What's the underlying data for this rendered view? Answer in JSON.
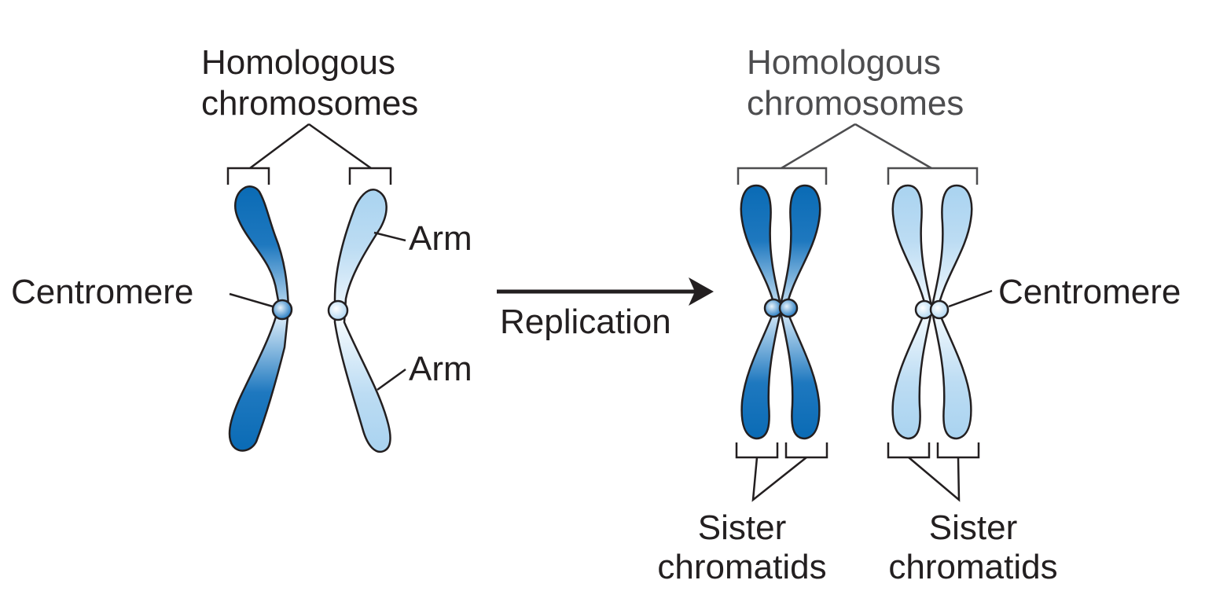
{
  "labels": {
    "homologous_left_line1": "Homologous",
    "homologous_left_line2": "chromosomes",
    "homologous_right_line1": "Homologous",
    "homologous_right_line2": "chromosomes",
    "centromere_left": "Centromere",
    "centromere_right": "Centromere",
    "arm_top": "Arm",
    "arm_bottom": "Arm",
    "replication": "Replication",
    "sister_left_line1": "Sister",
    "sister_left_line2": "chromatids",
    "sister_right_line1": "Sister",
    "sister_right_line2": "chromatids"
  },
  "colors": {
    "dark_blue": "#0a6bb5",
    "mid_blue": "#5b9bd5",
    "light_blue": "#b9dcf3",
    "pale_blue": "#e6f3fc",
    "outline": "#231f20",
    "label_grey": "#4d4d4f"
  }
}
